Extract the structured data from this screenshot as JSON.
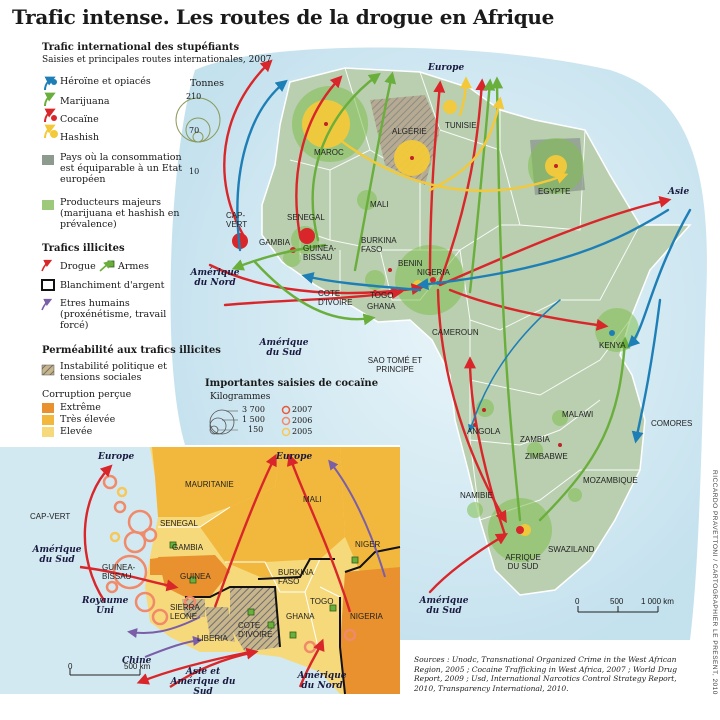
{
  "title": "Trafic intense. Les routes de la drogue en Afrique",
  "legend": {
    "section1_title": "Trafic international des stupéfiants",
    "section1_subtitle": "Saisies et principales routes internationales, 2007",
    "heroin": "Héroïne et opiacés",
    "marijuana": "Marijuana",
    "cocaine": "Cocaïne",
    "hashish": "Hashish",
    "tonnes_label": "Tonnes",
    "tonnes_values": [
      "210",
      "70",
      "10"
    ],
    "consumption": "Pays où la consommation est équiparable à un Etat européen",
    "producers": "Producteurs majeurs (marijuana et hashish en prévalence)",
    "section2_title": "Trafics illicites",
    "drug": "Drogue",
    "arms": "Armes",
    "laundering": "Blanchiment d'argent",
    "humans": "Etres humains (proxénétisme, travail forcé)",
    "section3_title": "Perméabilité aux trafics illicites",
    "instability": "Instabilité politique et tensions sociales",
    "corruption_title": "Corruption perçue",
    "extreme": "Extrême",
    "very_high": "Très élevée",
    "high": "Elevée",
    "seizures_title": "Importantes saisies de cocaïne",
    "kg_label": "Kilogrammes",
    "kg_values": [
      "3 700",
      "1 500",
      "150"
    ],
    "years": [
      "2007",
      "2006",
      "2005"
    ]
  },
  "colors": {
    "sea": "#d6ecf4",
    "land": "#b9cfb0",
    "heroin": "#1d7fb6",
    "marijuana": "#6aae3c",
    "cocaine": "#d9262a",
    "hashish": "#f3c93a",
    "extreme": "#e8912e",
    "very_high": "#f2b83d",
    "high": "#f6d97a"
  },
  "main_map": {
    "regions": [
      "Europe",
      "Asie",
      "Amérique du Nord",
      "Amérique du Sud",
      "Amérique du Sud"
    ],
    "countries": [
      "MAROC",
      "ALGÉRIE",
      "TUNISIE",
      "EGYPTE",
      "MALI",
      "SENEGAL",
      "CAP-VERT",
      "GAMBIA",
      "GUINEA-BISSAU",
      "BURKINA FASO",
      "BENIN",
      "NIGERIA",
      "TOGO",
      "GHANA",
      "COTE D'IVOIRE",
      "CAMEROUN",
      "SAO TOMÉ ET PRINCIPE",
      "KENYA",
      "ANGOLA",
      "ZAMBIA",
      "MALAWI",
      "ZIMBABWE",
      "MOZAMBIQUE",
      "NAMIBIE",
      "AFRIQUE DU SUD",
      "SWAZILAND",
      "COMORES"
    ],
    "scale": [
      "0",
      "500",
      "1 000 km"
    ]
  },
  "inset_map": {
    "regions": [
      "Europe",
      "Europe",
      "Amérique du Sud",
      "Royaume Uni",
      "Chine",
      "Asie et Amérique du Sud",
      "Amérique du Nord"
    ],
    "countries": [
      "MAURITANIE",
      "MALI",
      "NIGER",
      "CAP-VERT",
      "SENEGAL",
      "GAMBIA",
      "GUINEA-BISSAU",
      "GUINEA",
      "SIERRA LEONE",
      "LIBERIA",
      "COTE D'IVOIRE",
      "BURKINA FASO",
      "GHANA",
      "TOGO",
      "NIGERIA"
    ],
    "scale": [
      "0",
      "500 km"
    ]
  },
  "sources": "Sources : Unodc, Transnational Organized Crime in the West African Region, 2005 ; Cocaine Trafficking in West Africa, 2007 ; World Drug Report, 2009 ; Usd, International Narcotics Control Strategy Report, 2010, Transparency International, 2010.",
  "credit": "RICCARDO PRAVETTONI / CARTOGRAPHIER LE PRESENT, 2010"
}
